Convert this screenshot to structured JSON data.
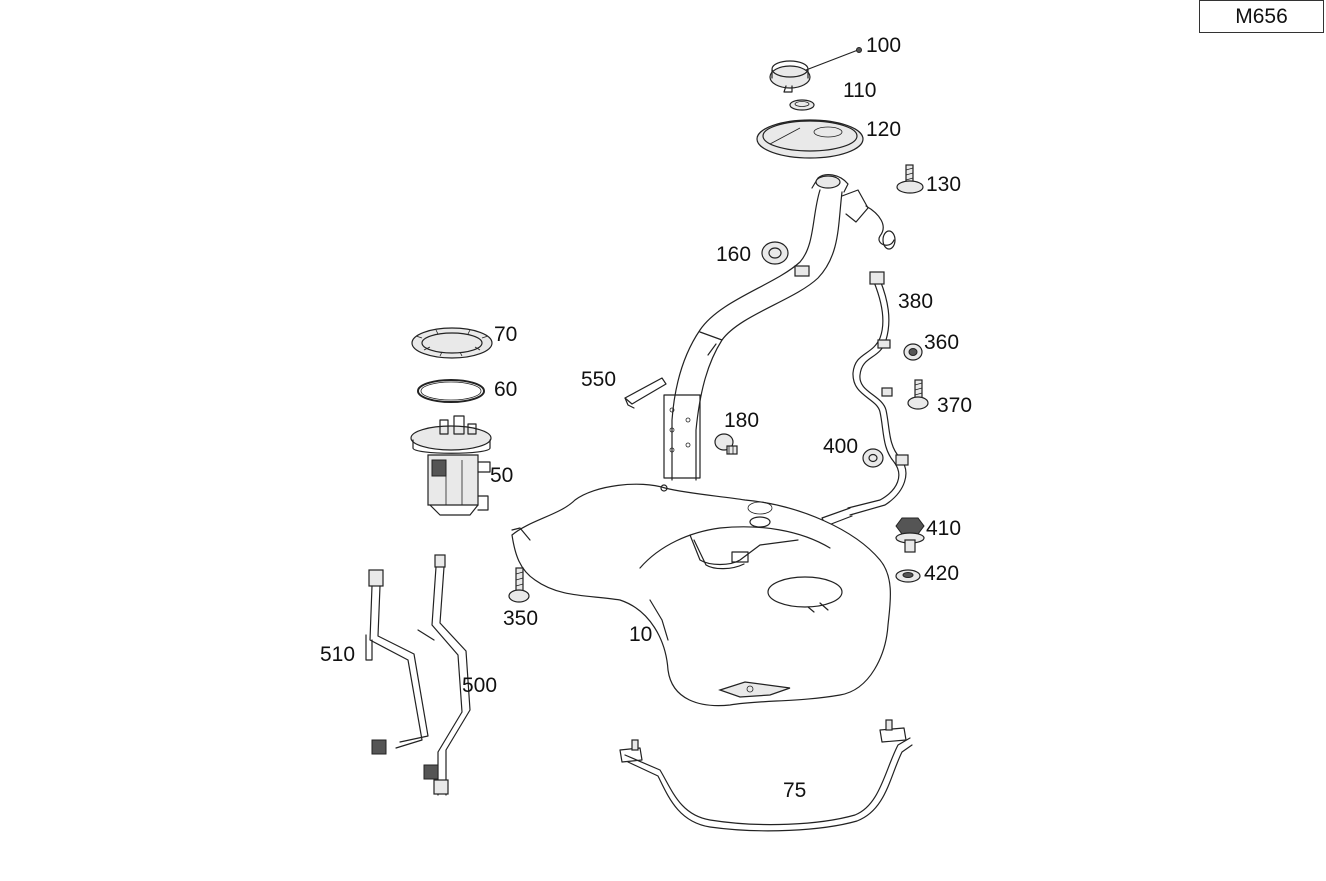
{
  "diagram_code": "M656",
  "callouts": {
    "p100": "100",
    "p110": "110",
    "p120": "120",
    "p130": "130",
    "p160": "160",
    "p380": "380",
    "p360": "360",
    "p370": "370",
    "p70": "70",
    "p60": "60",
    "p50": "50",
    "p550": "550",
    "p180": "180",
    "p400": "400",
    "p410": "410",
    "p420": "420",
    "p350": "350",
    "p10": "10",
    "p510": "510",
    "p500": "500",
    "p75": "75"
  },
  "colors": {
    "line": "#222222",
    "part_fill": "#e9e9e9",
    "background": "#ffffff"
  }
}
